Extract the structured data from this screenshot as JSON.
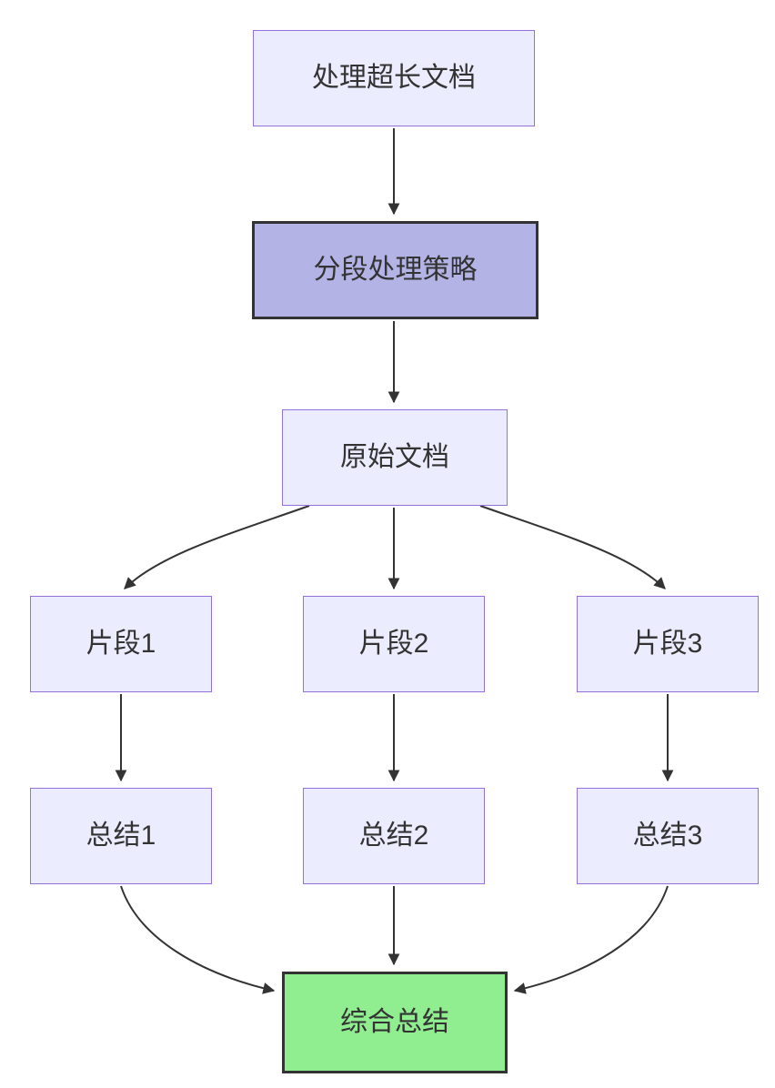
{
  "diagram": {
    "type": "flowchart",
    "direction": "top-to-bottom",
    "nodes": {
      "start": {
        "label": "处理超长文档",
        "role": "input"
      },
      "strategy": {
        "label": "分段处理策略",
        "role": "highlighted-step"
      },
      "original": {
        "label": "原始文档",
        "role": "step"
      },
      "fragment1": {
        "label": "片段1",
        "role": "step"
      },
      "fragment2": {
        "label": "片段2",
        "role": "step"
      },
      "fragment3": {
        "label": "片段3",
        "role": "step"
      },
      "summary1": {
        "label": "总结1",
        "role": "step"
      },
      "summary2": {
        "label": "总结2",
        "role": "step"
      },
      "summary3": {
        "label": "总结3",
        "role": "step"
      },
      "final": {
        "label": "综合总结",
        "role": "result"
      }
    },
    "edges": [
      {
        "from": "处理超长文档",
        "to": "分段处理策略"
      },
      {
        "from": "分段处理策略",
        "to": "原始文档"
      },
      {
        "from": "原始文档",
        "to": "片段1"
      },
      {
        "from": "原始文档",
        "to": "片段2"
      },
      {
        "from": "原始文档",
        "to": "片段3"
      },
      {
        "from": "片段1",
        "to": "总结1"
      },
      {
        "from": "片段2",
        "to": "总结2"
      },
      {
        "from": "片段3",
        "to": "总结3"
      },
      {
        "from": "总结1",
        "to": "综合总结"
      },
      {
        "from": "总结2",
        "to": "综合总结"
      },
      {
        "from": "总结3",
        "to": "综合总结"
      }
    ],
    "colors": {
      "node_fill": "#ECECFF",
      "node_border": "#9370DB",
      "strategy_fill": "#B3B3E6",
      "strategy_border": "#333333",
      "final_fill": "#90EE90",
      "final_border": "#333333",
      "edge": "#333333",
      "text": "#333333",
      "background": "#FFFFFF"
    }
  }
}
